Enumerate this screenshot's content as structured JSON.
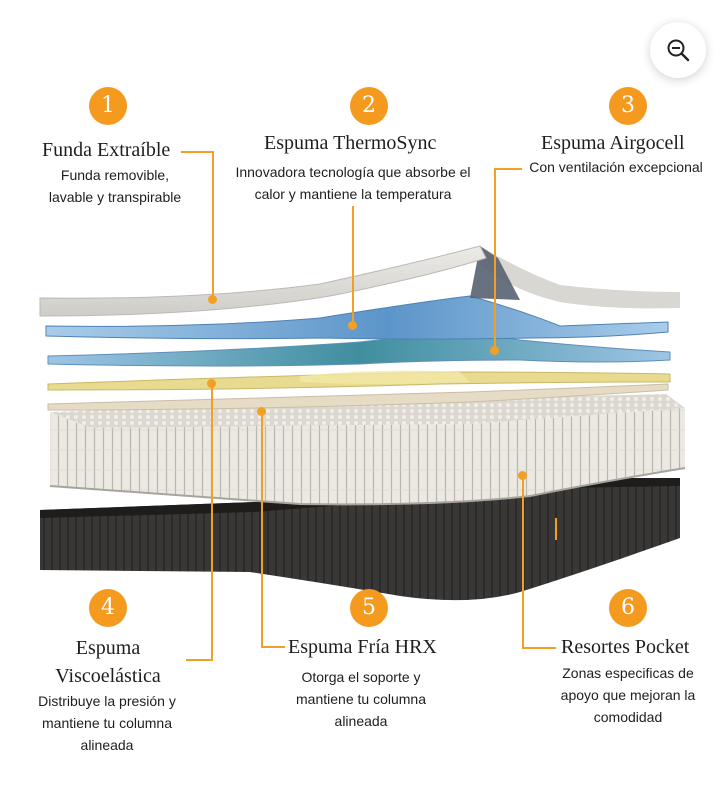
{
  "zoom": {
    "icon": "zoom-out-icon"
  },
  "colors": {
    "accent": "#f39a1f",
    "base": "#333130",
    "springs": "#e8e5df",
    "blue": "#7fb2dc",
    "yellow": "#e4d58c"
  },
  "layers": [
    {
      "number": "1",
      "title": "Funda Extraíble",
      "desc_lines": [
        "Funda removible,",
        "lavable y transpirable"
      ]
    },
    {
      "number": "2",
      "title": "Espuma ThermoSync",
      "desc_lines": [
        "Innovadora tecnología que absorbe el",
        "calor y mantiene la temperatura"
      ]
    },
    {
      "number": "3",
      "title": "Espuma Airgocell",
      "desc_lines": [
        "Con ventilación excepcional"
      ]
    },
    {
      "number": "4",
      "title_lines": [
        "Espuma",
        "Viscoelástica"
      ],
      "desc_lines": [
        "Distribuye la presión y",
        "mantiene tu columna",
        "alineada"
      ]
    },
    {
      "number": "5",
      "title": "Espuma Fría HRX",
      "desc_lines": [
        "Otorga el soporte y",
        "mantiene tu columna",
        "alineada"
      ]
    },
    {
      "number": "6",
      "title": "Resortes Pocket",
      "desc_lines": [
        "Zonas especificas de",
        "apoyo que mejoran la",
        "comodidad"
      ]
    }
  ]
}
